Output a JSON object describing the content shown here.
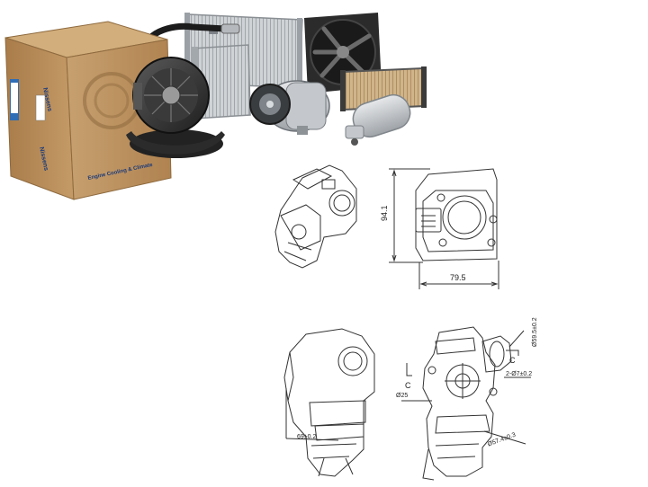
{
  "brand": {
    "box_logo": "Nissens",
    "box_logo_side": "Nissens",
    "box_slogan": "Engine Cooling & Climate"
  },
  "drawing_top": {
    "height_label": "94.1",
    "width_label": "79.5"
  },
  "drawing_bottom": {
    "left_dim": "69±0.2",
    "dia_25": "Ø25",
    "dia_59": "Ø59.5±0.2",
    "holes": "2-Ø7±0.2",
    "dia_57": "Ø57.4±0.3",
    "section_c1": "C",
    "section_c2": "C"
  },
  "colors": {
    "box": "#b98f5c",
    "box_dark": "#8e6a3e",
    "metal": "#b9bdc2",
    "line": "#333333"
  }
}
